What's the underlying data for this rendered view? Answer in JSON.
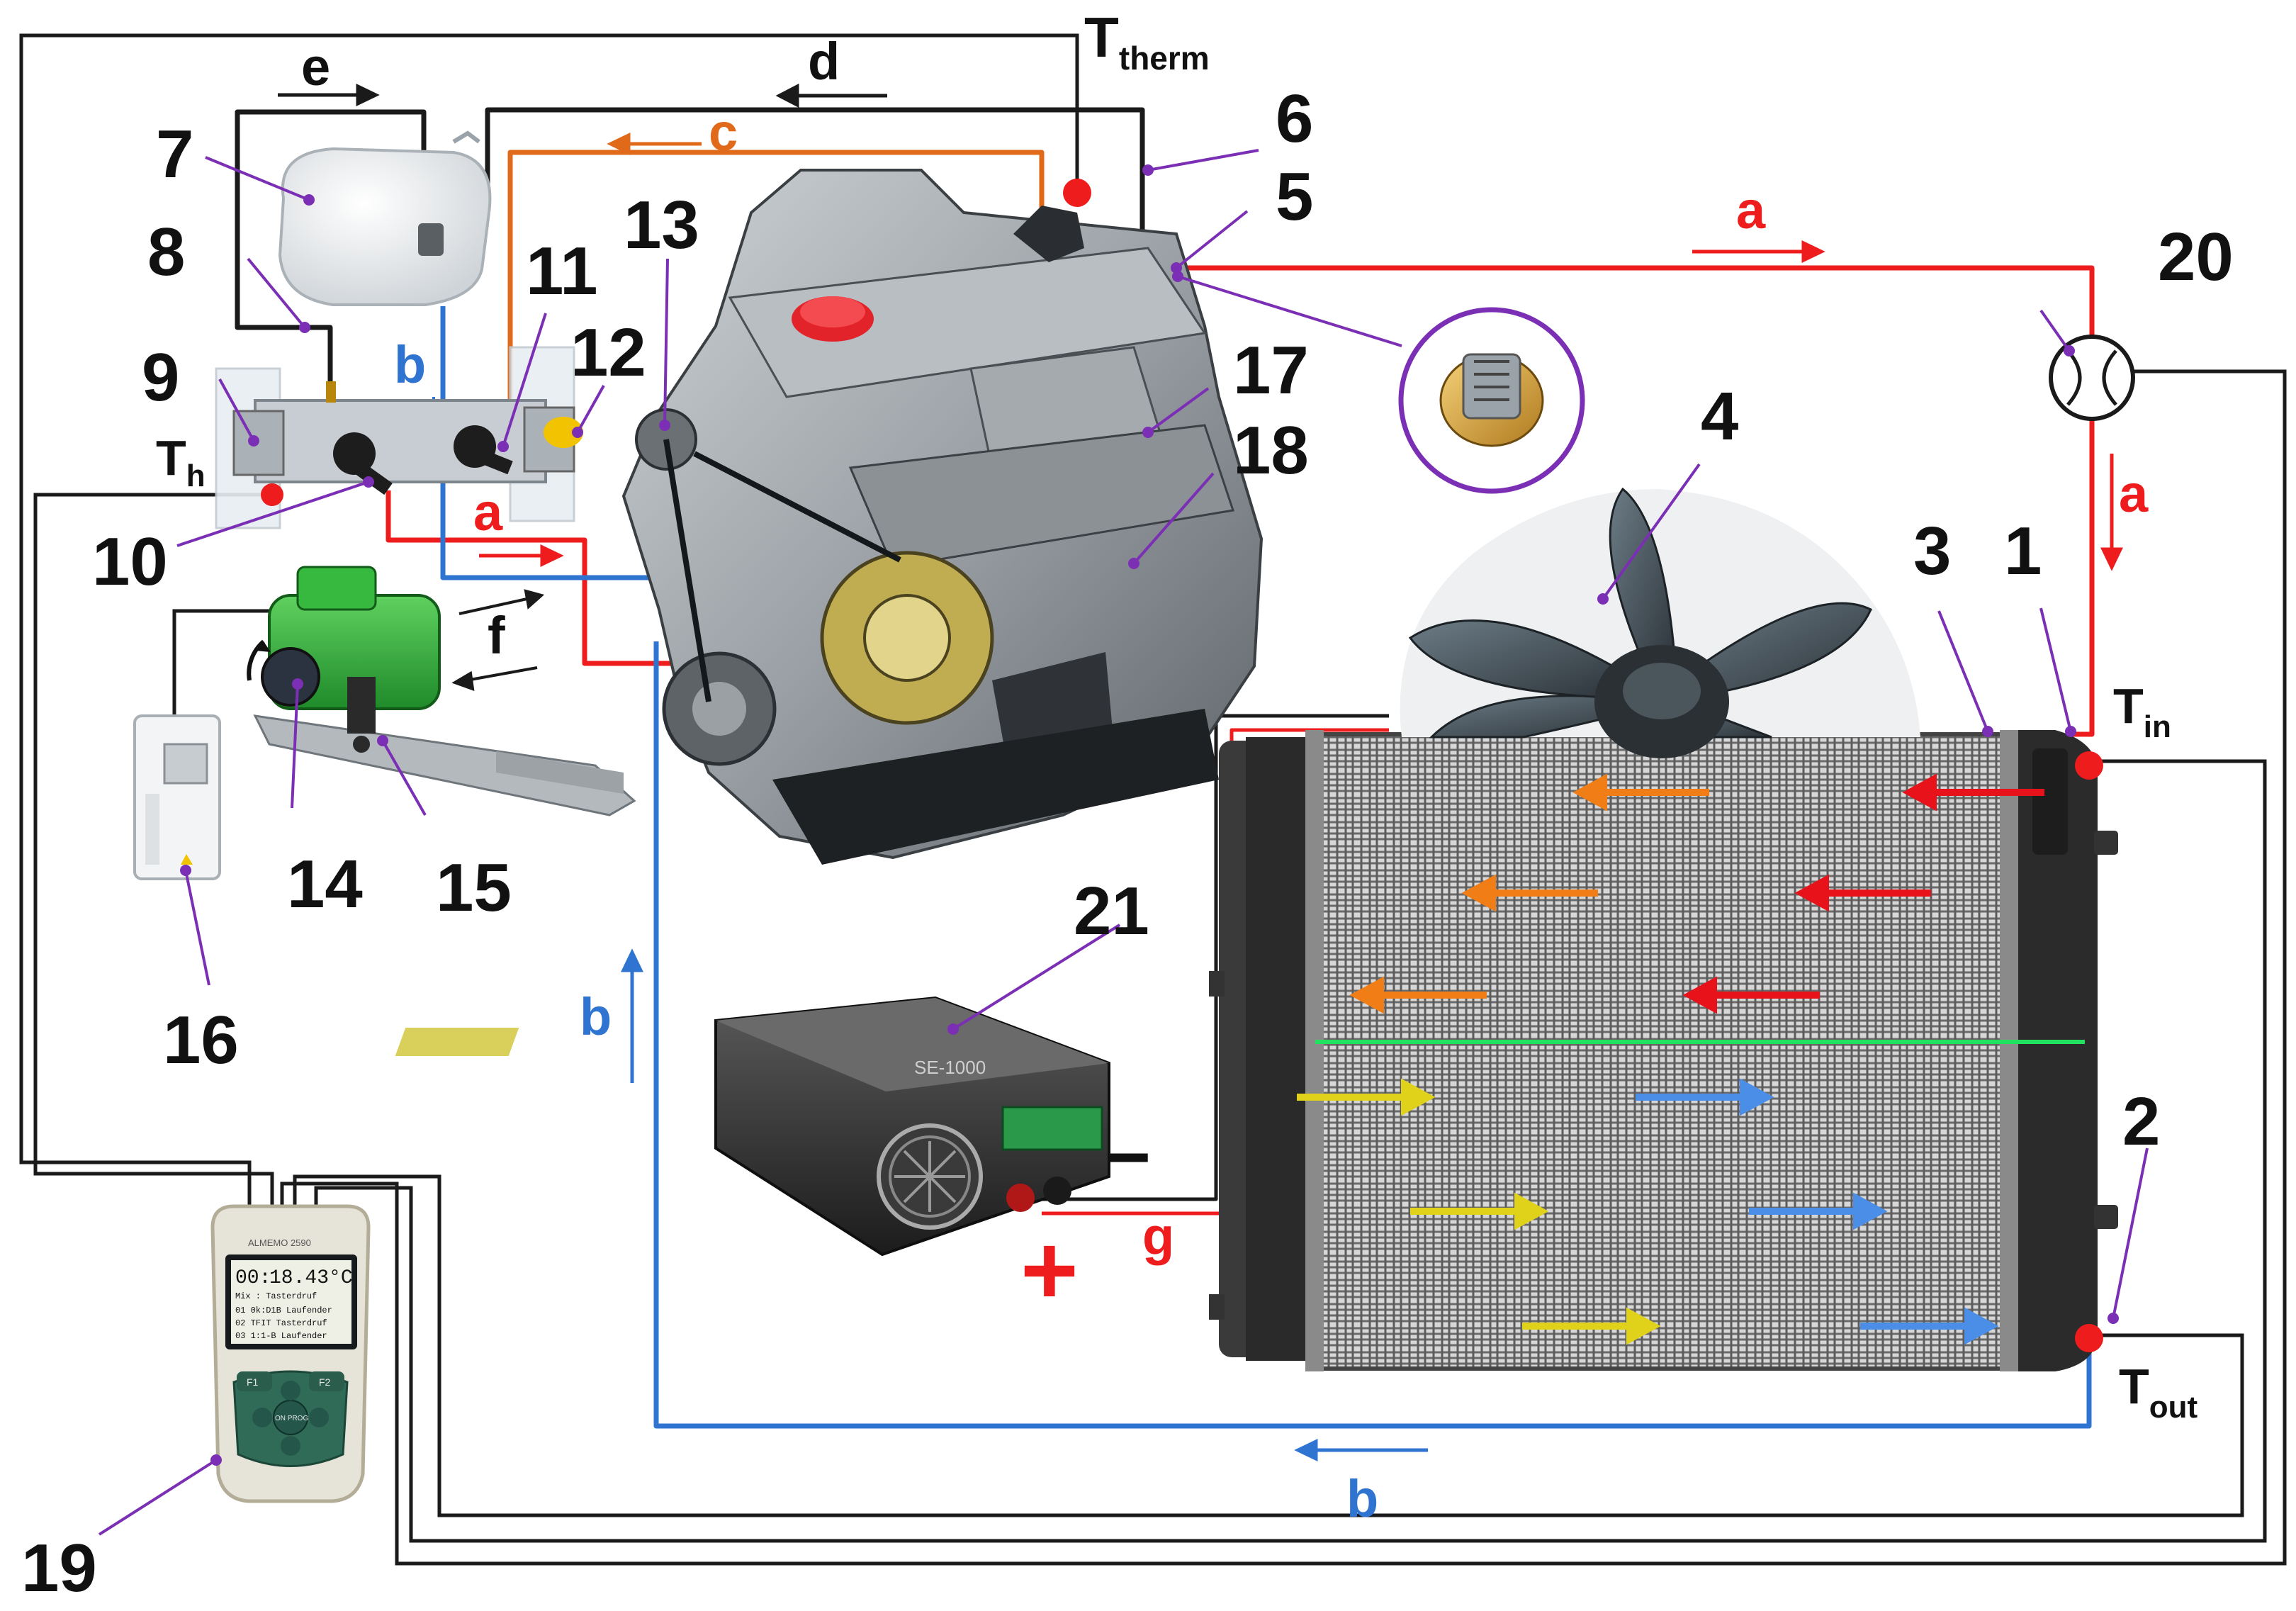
{
  "colors": {
    "hot": "#ee1c1c",
    "cold": "#2f74d0",
    "wire": "#1a1a1a",
    "orange_line": "#e06a1a",
    "leader": "#7b2fb5",
    "arrow_orange": "#f07d15",
    "arrow_red": "#e8121a",
    "arrow_yellow": "#e0d21a",
    "arrow_blue": "#4a8ee8",
    "divider_green": "#22e060"
  },
  "numbers": {
    "n1": "1",
    "n2": "2",
    "n3": "3",
    "n4": "4",
    "n5": "5",
    "n6": "6",
    "n7": "7",
    "n8": "8",
    "n9": "9",
    "n10": "10",
    "n11": "11",
    "n12": "12",
    "n13": "13",
    "n14": "14",
    "n15": "15",
    "n16": "16",
    "n17": "17",
    "n18": "18",
    "n19": "19",
    "n20": "20",
    "n21": "21"
  },
  "flows": {
    "a": "a",
    "b": "b",
    "c": "c",
    "d": "d",
    "e": "e",
    "f": "f",
    "g": "g"
  },
  "temps": {
    "therm_main": "T",
    "therm_sub": "therm",
    "h_main": "T",
    "h_sub": "h",
    "in_main": "T",
    "in_sub": "in",
    "out_main": "T",
    "out_sub": "out"
  },
  "polarity": {
    "plus": "+",
    "minus": "−"
  },
  "logger": {
    "line1": "00:",
    "reading": "18.43°C",
    "row1": "Mix : Tasterdruf",
    "row2": "01  0k:D1B  Laufender",
    "row3": "02   TFIT  Tasterdruf",
    "row4": "03   1:1-B  Laufender",
    "brand": "ALMEMO 2590",
    "key_left": "F1",
    "key_right": "F2",
    "key_center": "ON PROG"
  },
  "psu": {
    "plate": "SE-1000"
  },
  "icons": [
    "engine-icon",
    "radiator-icon",
    "fan-icon",
    "expansion-tank-icon",
    "heater-block-icon",
    "electric-motor-icon",
    "frequency-inverter-icon",
    "power-supply-icon",
    "flow-meter-icon",
    "thermostat-icon",
    "data-logger-icon"
  ]
}
